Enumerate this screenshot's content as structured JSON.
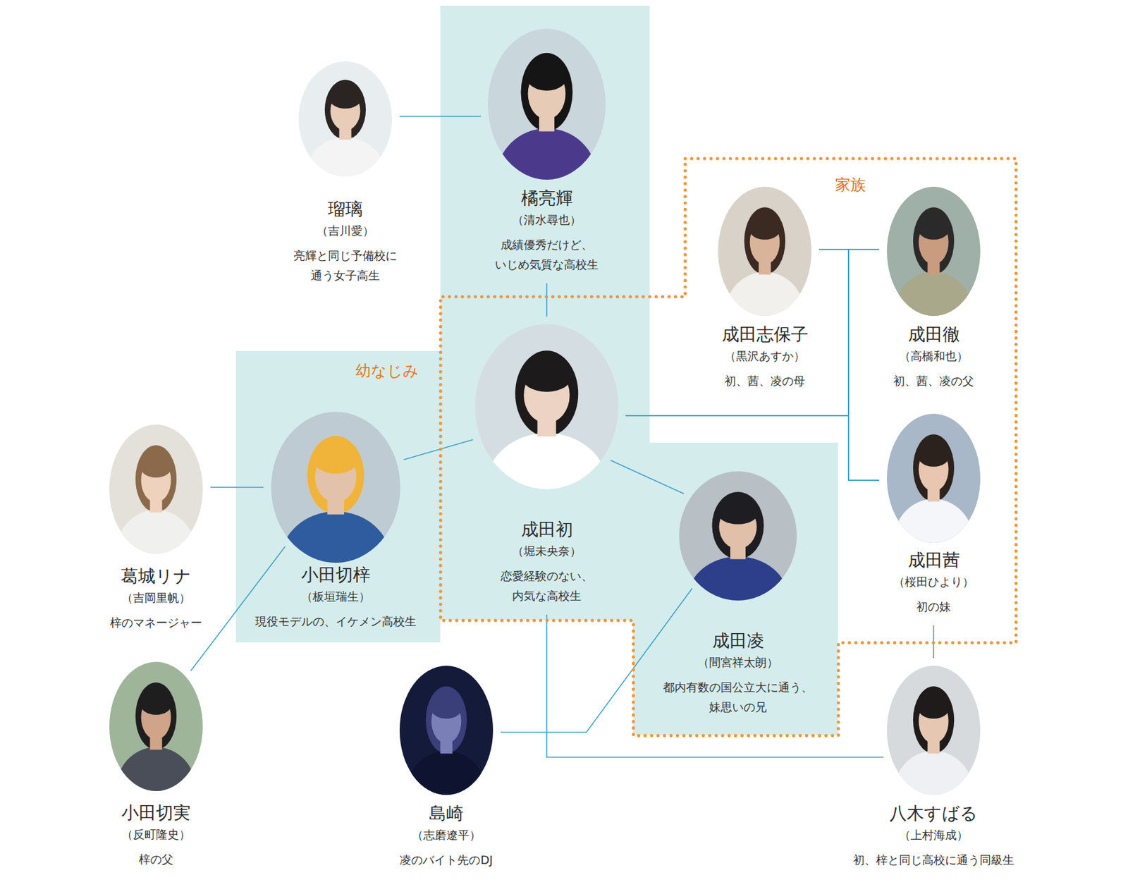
{
  "diagram": {
    "nodes": [
      {
        "text": [
          "瑠璃",
          "（吉川愛）",
          "亮輝と同じ予備校に 通う女子高生"
        ]
      },
      {
        "text": [
          "橘亮輝",
          "（清水尋也）",
          "成績優秀だけど、 いじめ気質な高校生"
        ]
      },
      {
        "text": [
          "家族"
        ]
      },
      {
        "text": [
          "成田志保子",
          "（黒沢あすか）",
          "初、茜、凌の母"
        ],
        "in": 2
      },
      {
        "text": [
          "成田徹",
          "（高橋和也）",
          "初、茜、凌の父"
        ],
        "in": 2
      },
      {
        "text": [
          "成田初",
          "（堀未央奈）",
          "恋愛経験のない、 内気な高校生"
        ],
        "in": 2
      },
      {
        "text": [
          "成田茜",
          "（桜田ひより）",
          "初の妹"
        ],
        "in": 2
      },
      {
        "text": [
          "成田凌",
          "（間宮祥太朗）",
          "都内有数の国公立大に通う、 妹思いの兄"
        ],
        "in": 2
      },
      {
        "text": [
          "葛城リナ",
          "（吉岡里帆）",
          "梓のマネージャー"
        ]
      },
      {
        "text": [
          "小田切梓",
          "（板垣瑞生）",
          "現役モデルの、イケメン高校生"
        ]
      },
      {
        "text": [
          "小田切実",
          "（反町隆史）",
          "梓の父"
        ]
      },
      {
        "text": [
          "島崎",
          "（志磨遼平）",
          "凌のバイト先のDJ"
        ]
      },
      {
        "text": [
          "八木すばる",
          "（上村海成）",
          "初、梓と同じ高校に通う同級生"
        ]
      }
    ],
    "edges": [
      {
        "from": 0,
        "to": 1,
        "arrow": "none"
      },
      {
        "from": 1,
        "to": 5,
        "arrow": "none"
      },
      {
        "from": 3,
        "to": 5,
        "arrow": "none"
      },
      {
        "from": 4,
        "to": 5,
        "arrow": "none"
      },
      {
        "from": 3,
        "to": 6,
        "arrow": "none"
      },
      {
        "from": 4,
        "to": 6,
        "arrow": "none"
      },
      {
        "from": 5,
        "to": 9,
        "arrow": "none"
      },
      {
        "from": 5,
        "to": 7,
        "arrow": "none"
      },
      {
        "from": 8,
        "to": 9,
        "arrow": "none"
      },
      {
        "from": 9,
        "to": 10,
        "arrow": "none"
      },
      {
        "from": 7,
        "to": 11,
        "arrow": "none"
      },
      {
        "from": 5,
        "to": 12,
        "arrow": "none"
      },
      {
        "from": 6,
        "to": 12,
        "arrow": "none"
      }
    ],
    "labels": [
      "幼なじみ"
    ]
  }
}
